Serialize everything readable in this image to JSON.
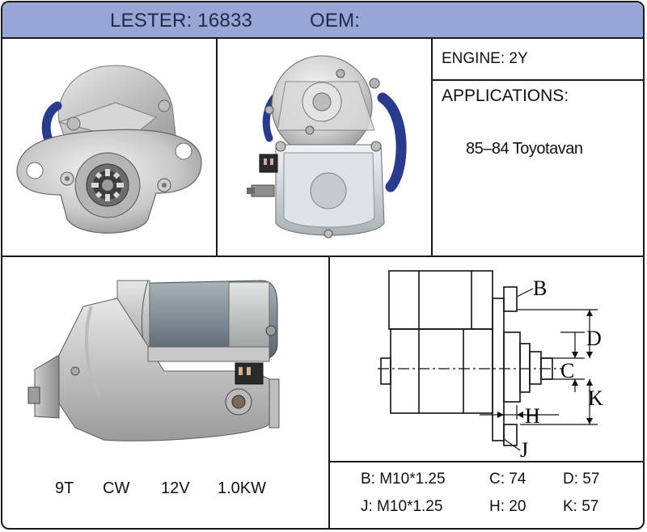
{
  "header": {
    "lester": "LESTER: 16833",
    "oem": "OEM:"
  },
  "engine": "ENGINE: 2Y",
  "applications_label": "APPLICATIONS:",
  "application": "85–84 Toyotavan",
  "specs_bar": {
    "teeth": "9T",
    "rotation": "CW",
    "voltage": "12V",
    "power": "1.0KW"
  },
  "diagram_labels": {
    "b": "B",
    "c": "C",
    "d": "D",
    "h": "H",
    "j": "J",
    "k": "K"
  },
  "dims": {
    "b": "B: M10*1.25",
    "c": "C: 74",
    "d": "D: 57",
    "j": "J: M10*1.25",
    "h": "H: 20",
    "k": "K: 57"
  },
  "colors": {
    "header_bg": "#97a6d6",
    "header_text": "#1f2a44",
    "cable": "#2a3a8c"
  }
}
